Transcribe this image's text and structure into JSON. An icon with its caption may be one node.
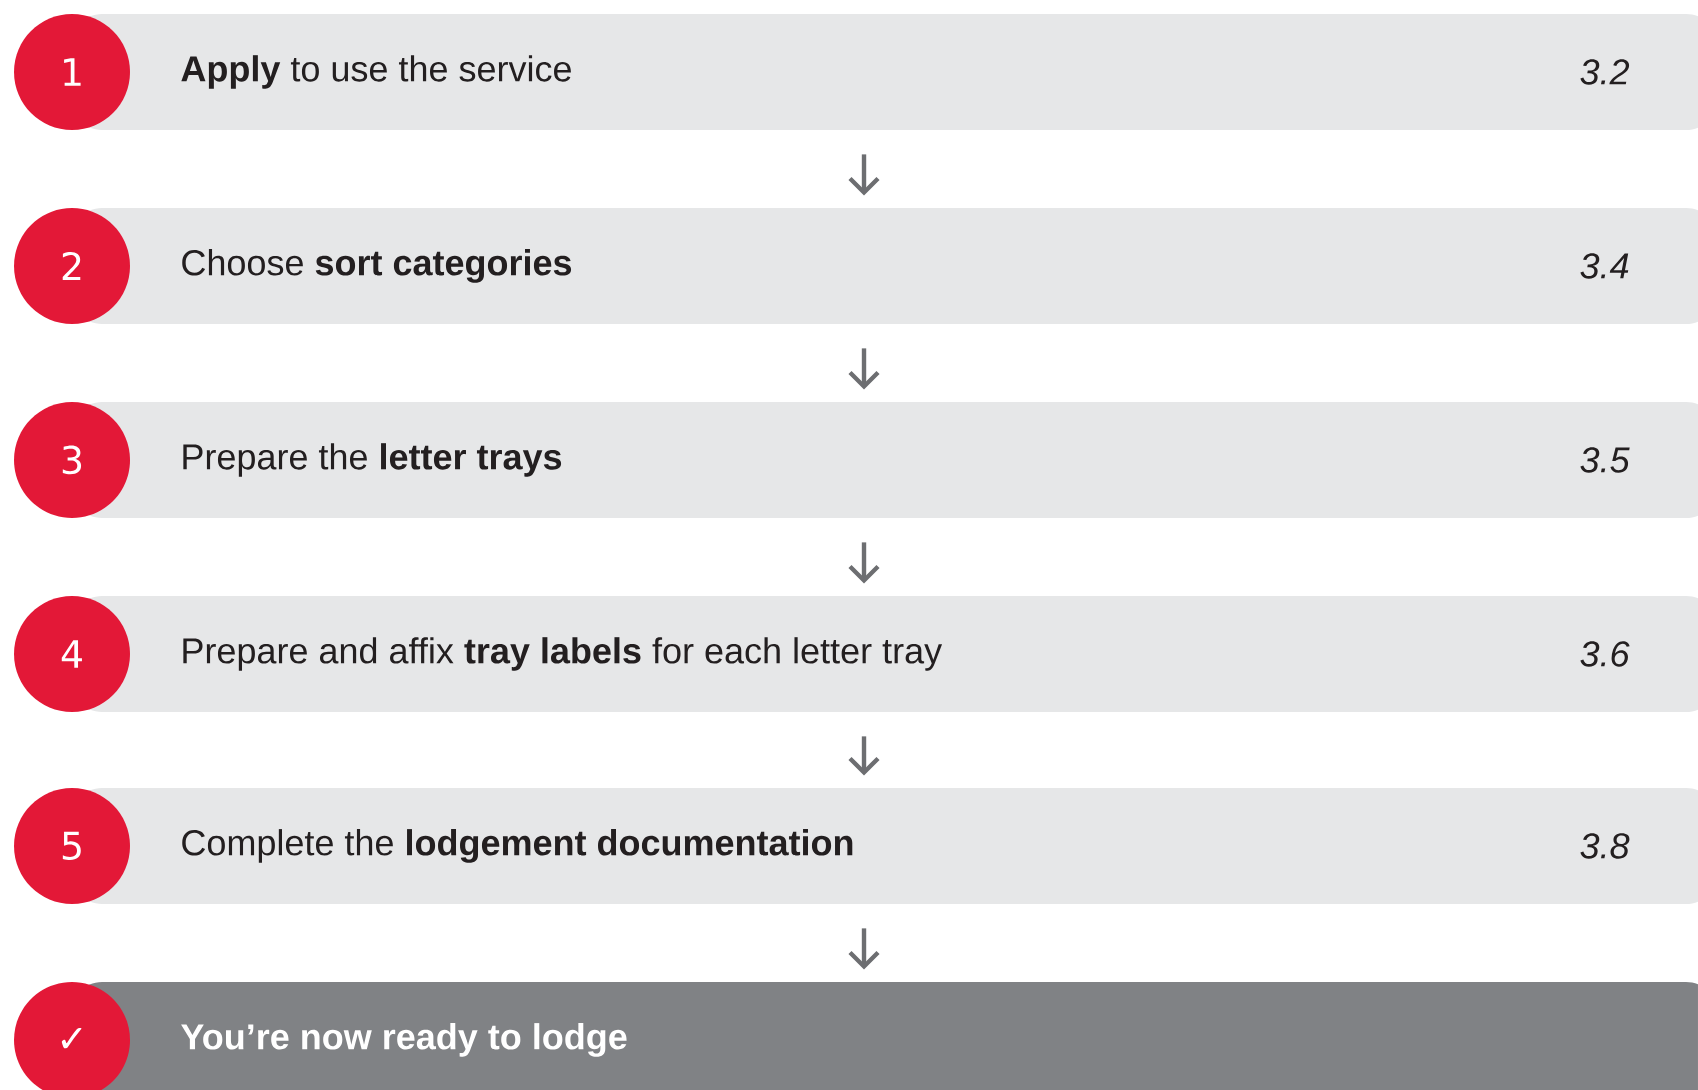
{
  "diagram": {
    "nodes": [
      {
        "text": [
          "1"
        ]
      },
      {
        "text": [
          "**Apply** to use the service",
          "3.2"
        ]
      },
      {
        "text": [
          "2"
        ]
      },
      {
        "text": [
          "Choose **sort categories**",
          "3.4"
        ]
      },
      {
        "text": [
          "3"
        ]
      },
      {
        "text": [
          "Prepare the **letter trays**",
          "3.5"
        ]
      },
      {
        "text": [
          "4"
        ]
      },
      {
        "text": [
          "Prepare and affix **tray labels** for each letter tray",
          "3.6"
        ]
      },
      {
        "text": [
          "5"
        ]
      },
      {
        "text": [
          "Complete the **lodgement documentation**",
          "3.8"
        ]
      },
      {
        "text": [
          "✓"
        ]
      },
      {
        "text": [
          "You’re now ready to lodge"
        ]
      }
    ],
    "edges": [
      {
        "from": 1,
        "to": 3,
        "arrow": "to"
      },
      {
        "from": 3,
        "to": 5,
        "arrow": "to"
      },
      {
        "from": 5,
        "to": 7,
        "arrow": "to"
      },
      {
        "from": 7,
        "to": 9,
        "arrow": "to"
      },
      {
        "from": 9,
        "to": 11,
        "arrow": "to"
      }
    ]
  }
}
